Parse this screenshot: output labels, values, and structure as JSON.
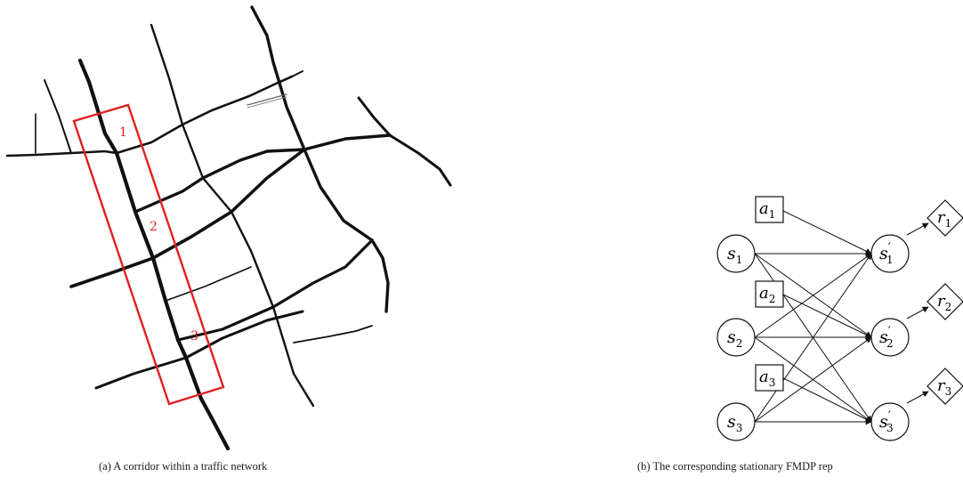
{
  "panel_a": {
    "caption": "(a) A corridor within a traffic network",
    "segment_labels": [
      "1",
      "2",
      "3"
    ],
    "highlight_color": "#e02020"
  },
  "panel_b": {
    "caption": "(b) The corresponding stationary FMDP rep",
    "state_nodes": [
      {
        "base": "s",
        "sub": "1"
      },
      {
        "base": "s",
        "sub": "2"
      },
      {
        "base": "s",
        "sub": "3"
      }
    ],
    "action_nodes": [
      {
        "base": "a",
        "sub": "1"
      },
      {
        "base": "a",
        "sub": "2"
      },
      {
        "base": "a",
        "sub": "3"
      }
    ],
    "next_state_nodes": [
      {
        "base": "s",
        "prime": "′",
        "sub": "1"
      },
      {
        "base": "s",
        "prime": "′",
        "sub": "2"
      },
      {
        "base": "s",
        "prime": "′",
        "sub": "3"
      }
    ],
    "reward_nodes": [
      {
        "base": "r",
        "sub": "1"
      },
      {
        "base": "r",
        "sub": "2"
      },
      {
        "base": "r",
        "sub": "3"
      }
    ]
  }
}
